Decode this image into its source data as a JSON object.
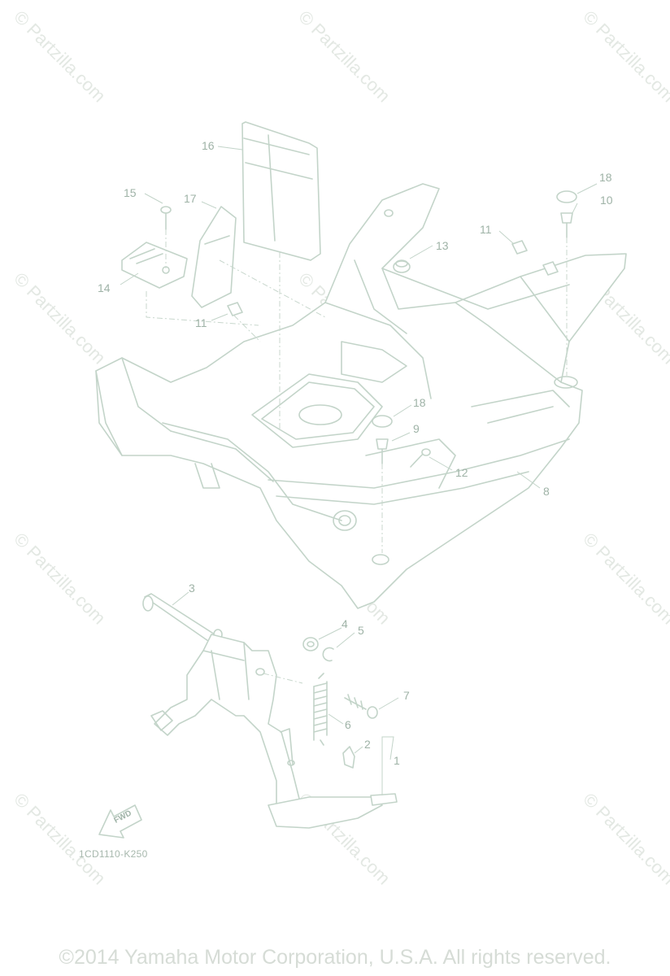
{
  "watermark": {
    "text": "© Partzilla.com"
  },
  "callouts": {
    "c1": "1",
    "c2": "2",
    "c3": "3",
    "c4": "4",
    "c5": "5",
    "c6": "6",
    "c7": "7",
    "c8": "8",
    "c9": "9",
    "c10": "10",
    "c11a": "11",
    "c11b": "11",
    "c12": "12",
    "c13": "13",
    "c14": "14",
    "c15": "15",
    "c16": "16",
    "c17": "17",
    "c18a": "18",
    "c18b": "18"
  },
  "fwd_label": "FWD",
  "diagram_code": "1CD1110-K250",
  "copyright": "©2014  Yamaha Motor Corporation, U.S.A. All rights reserved."
}
